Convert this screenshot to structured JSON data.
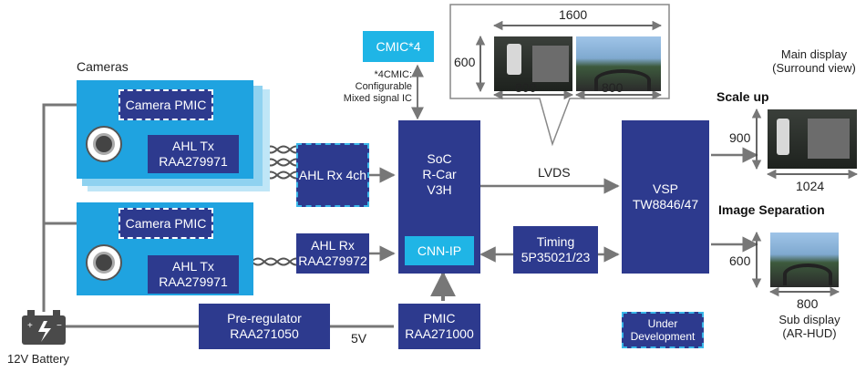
{
  "cameras": {
    "title": "Cameras",
    "top": {
      "pmic": "Camera PMIC",
      "tx": "AHL Tx\nRAA279971"
    },
    "bottom": {
      "pmic": "Camera PMIC",
      "tx": "AHL Tx\nRAA279971"
    }
  },
  "blocks": {
    "ahl_rx4": "AHL Rx 4ch",
    "ahl_rx": "AHL Rx\nRAA279972",
    "soc": "SoC\nR-Car\nV3H",
    "cnn": "CNN-IP",
    "cmic": "CMIC*4",
    "timing": "Timing\n5P35021/23",
    "vsp": "VSP\nTW8846/47",
    "pmic": "PMIC\nRAA271000",
    "preregulator": "Pre-regulator\nRAA271050",
    "under_dev": "Under\nDevelopment"
  },
  "labels": {
    "cmic_note": "*4CMIC:\nConfigurable\nMixed signal IC",
    "lvds": "LVDS",
    "five_v": "5V",
    "battery": "12V Battery",
    "main_display": "Main display\n(Surround view)",
    "scale_up": "Scale up",
    "image_separation": "Image Separation",
    "sub_display": "Sub display\n(AR-HUD)"
  },
  "dims": {
    "w1600": "1600",
    "h600": "600",
    "w800a": "800",
    "w800b": "800",
    "h900": "900",
    "w1024": "1024",
    "h600b": "600",
    "w800c": "800"
  },
  "colors": {
    "block": "#2d3a8e",
    "camera": "#1fa3e0",
    "accent": "#1fb5e6",
    "line": "#777777"
  }
}
